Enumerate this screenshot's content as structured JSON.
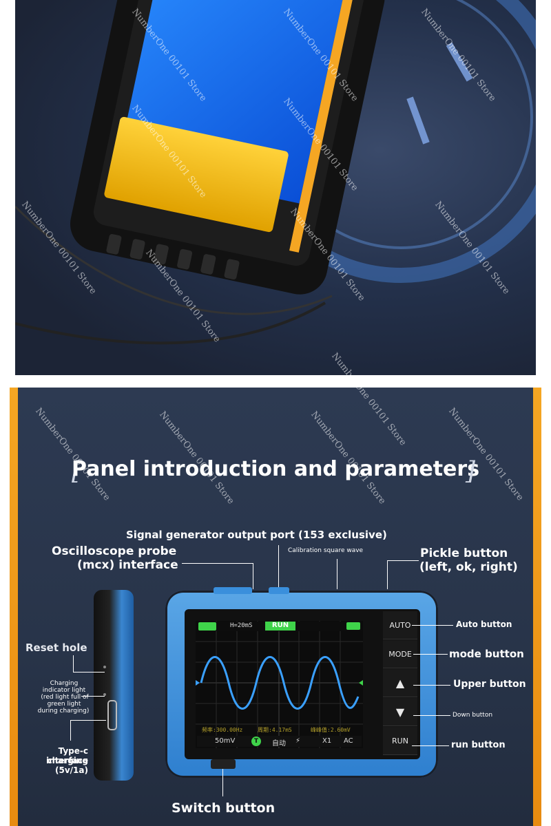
{
  "watermark": "NumberOne 00101 Store",
  "heading": {
    "title": "Panel introduction and parameters",
    "open_bracket": "[",
    "close_bracket": "]"
  },
  "labels": {
    "signal_generator": "Signal generator output port (153 exclusive)",
    "probe_line1": "Oscilloscope probe",
    "probe_line2": "(mcx) interface",
    "calibration": "Calibration square wave",
    "pickle_line1": "Pickle button",
    "pickle_line2": "(left, ok, right)",
    "reset_hole": "Reset hole",
    "charging_indicator": [
      "Charging",
      "indicator light",
      "(red light full of",
      "green light",
      "during charging)"
    ],
    "typec": [
      "Type-c charging",
      "interface",
      "(5v/1a)"
    ],
    "auto_button": "Auto button",
    "mode_button": "mode button",
    "upper_button": "Upper button",
    "down_button": "Down button",
    "run_button": "run button",
    "switch_button": "Switch button"
  },
  "device": {
    "side_buttons": [
      "AUTO",
      "MODE",
      "▲",
      "▼",
      "RUN"
    ],
    "screen": {
      "timebase": "H=20mS",
      "status": "RUN",
      "readout_left": "频率:300.00Hz",
      "readout_mid": "周期:4.17mS",
      "readout_right": "峰峰值:2.60mV",
      "volt": "50mV",
      "mode": "自动",
      "probe": "X1",
      "coupling": "AC",
      "trigger_badge": "T"
    }
  },
  "colors": {
    "device_blue": "#3a8fdc",
    "wave": "#3aa0ff",
    "accent_orange": "#f5a623",
    "background": "#2a3650"
  }
}
